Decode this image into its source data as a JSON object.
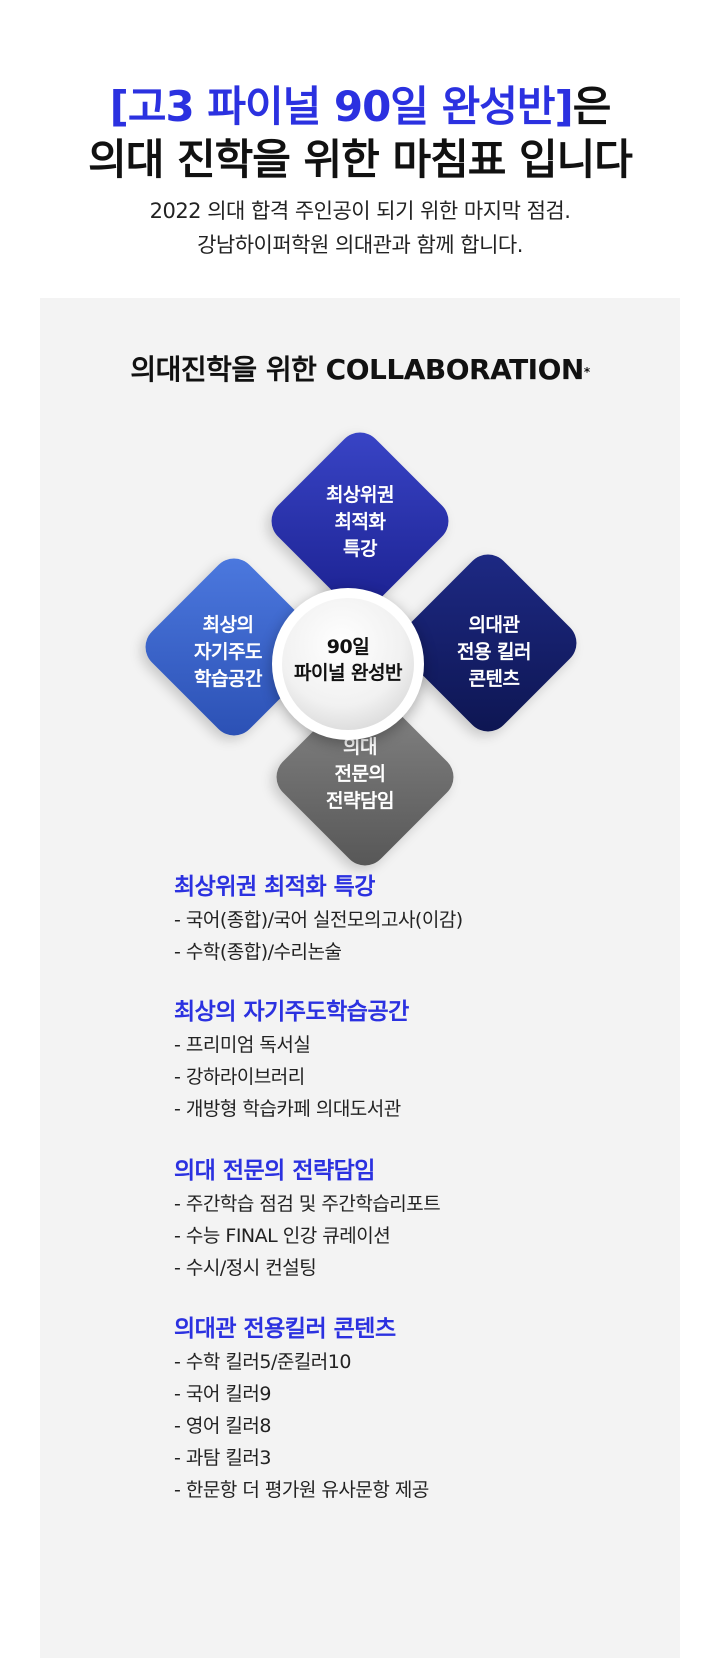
{
  "hero": {
    "headline_accent": "[고3 파이널 90일 완성반]",
    "headline_suffix": "은",
    "headline_line2": "의대 진학을 위한 마침표 입니다",
    "subtitle_line1": "2022 의대 합격 주인공이 되기 위한 마지막 점검.",
    "subtitle_line2": "강남하이퍼학원 의대관과 함께 합니다."
  },
  "collab": {
    "title": "의대진학을 위한 COLLABORATION",
    "title_mark": "*"
  },
  "diagram": {
    "center": {
      "line1": "90일",
      "line2": "파이널 완성반"
    },
    "top": {
      "lines": [
        "최상위권",
        "최적화",
        "특강"
      ]
    },
    "left": {
      "lines": [
        "최상의",
        "자기주도",
        "학습공간"
      ]
    },
    "right": {
      "lines": [
        "의대관",
        "전용 킬러",
        "콘텐츠"
      ]
    },
    "bottom": {
      "lines": [
        "의대",
        "전문의",
        "전략담임"
      ]
    },
    "colors": {
      "top": "#1f2a9e",
      "left": "#3b63cf",
      "right": "#111a66",
      "bottom": "#6e6e6e",
      "accent": "#2b31e0"
    }
  },
  "sections": [
    {
      "title": "최상위권 최적화 특강",
      "items": [
        "- 국어(종합)/국어 실전모의고사(이감)",
        "- 수학(종합)/수리논술"
      ]
    },
    {
      "title": "최상의 자기주도학습공간",
      "items": [
        "- 프리미엄 독서실",
        "- 강하라이브러리",
        "- 개방형 학습카페 의대도서관"
      ]
    },
    {
      "title": "의대 전문의 전략담임",
      "items": [
        "- 주간학습 점검 및 주간학습리포트",
        "- 수능 FINAL 인강 큐레이션",
        "- 수시/정시 컨설팅"
      ]
    },
    {
      "title": "의대관 전용킬러 콘텐츠",
      "items": [
        "- 수학 킬러5/준킬러10",
        "- 국어 킬러9",
        "- 영어 킬러8",
        "- 과탐 킬러3",
        "- 한문항 더 평가원 유사문항 제공"
      ]
    }
  ]
}
